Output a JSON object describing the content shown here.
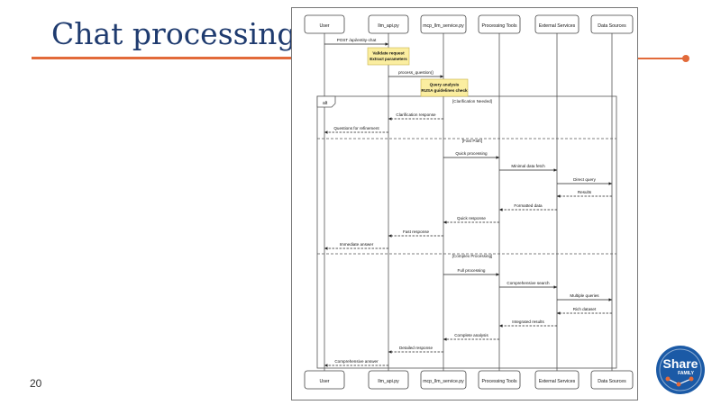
{
  "slide": {
    "title": "Chat processing",
    "page_number": "20",
    "accent_color": "#e26a3a",
    "title_color": "#1f3b6f"
  },
  "logo": {
    "icon": "share-family-logo",
    "text": "Share",
    "subtext": "FAMILY",
    "color": "#1b5aa6"
  },
  "diagram": {
    "participants": [
      "User",
      "llm_api.py",
      "mcp_llm_service.py",
      "Processing Tools",
      "External Services",
      "Data Sources"
    ],
    "alt_label": "alt",
    "messages": [
      {
        "from": 0,
        "to": 1,
        "label": "POST /api/entity-chat",
        "dashed": false
      },
      {
        "from": 1,
        "to": 2,
        "label": "process_question()",
        "dashed": false
      },
      {
        "from": 2,
        "to": 1,
        "label": "Clarification response",
        "dashed": true
      },
      {
        "from": 1,
        "to": 0,
        "label": "Questions for refinement",
        "dashed": true
      },
      {
        "from": 2,
        "to": 3,
        "label": "Quick processing",
        "dashed": false
      },
      {
        "from": 3,
        "to": 4,
        "label": "Minimal data fetch",
        "dashed": false
      },
      {
        "from": 4,
        "to": 5,
        "label": "Direct query",
        "dashed": false
      },
      {
        "from": 5,
        "to": 4,
        "label": "Results",
        "dashed": true
      },
      {
        "from": 4,
        "to": 3,
        "label": "Formatted data",
        "dashed": true
      },
      {
        "from": 3,
        "to": 2,
        "label": "Quick response",
        "dashed": true
      },
      {
        "from": 2,
        "to": 1,
        "label": "Fast response",
        "dashed": true
      },
      {
        "from": 1,
        "to": 0,
        "label": "Immediate answer",
        "dashed": true
      },
      {
        "from": 2,
        "to": 3,
        "label": "Full processing",
        "dashed": false
      },
      {
        "from": 3,
        "to": 4,
        "label": "Comprehensive search",
        "dashed": false
      },
      {
        "from": 4,
        "to": 5,
        "label": "Multiple queries",
        "dashed": false
      },
      {
        "from": 5,
        "to": 4,
        "label": "Rich dataset",
        "dashed": true
      },
      {
        "from": 4,
        "to": 3,
        "label": "Integrated results",
        "dashed": true
      },
      {
        "from": 3,
        "to": 2,
        "label": "Complete analysis",
        "dashed": true
      },
      {
        "from": 2,
        "to": 1,
        "label": "Detailed response",
        "dashed": true
      },
      {
        "from": 1,
        "to": 0,
        "label": "Comprehensive answer",
        "dashed": true
      }
    ],
    "notes": [
      {
        "over": 1,
        "lines": [
          "Validate request",
          "Extract parameters"
        ]
      },
      {
        "over": 2,
        "lines": [
          "Query analysis",
          "RUSA guidelines check"
        ]
      }
    ],
    "sections": [
      "[Clarification Needed]",
      "[Fast Path]",
      "[Complex Processing]"
    ],
    "note_color": "#fbeea0"
  }
}
